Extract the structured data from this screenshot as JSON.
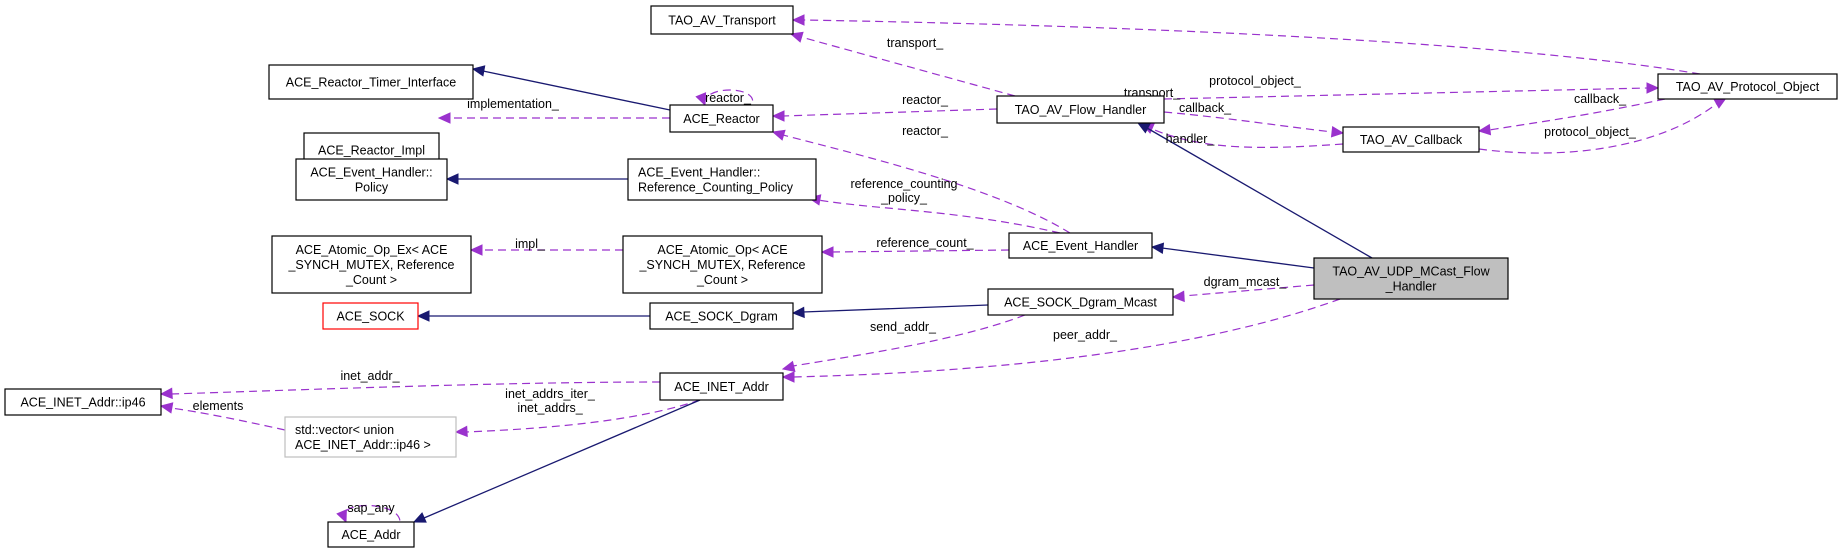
{
  "diagram": {
    "title": "Collaboration graph for TAO_AV_UDP_MCast_Flow_Handler",
    "colors": {
      "inheritance_edge": "#191970",
      "usage_edge": "#9a32cd",
      "focus_fill": "#bfbfbf",
      "undocumented_border": "#ff0000",
      "template_border": "#bfbfbf"
    },
    "nodes": {
      "transport": [
        "TAO_AV_Transport"
      ],
      "timer_iface": [
        "ACE_Reactor_Timer_Interface"
      ],
      "reactor_impl": [
        "ACE_Reactor_Impl"
      ],
      "reactor": [
        "ACE_Reactor"
      ],
      "flow_handler": [
        "TAO_AV_Flow_Handler"
      ],
      "protocol_object": [
        "TAO_AV_Protocol_Object"
      ],
      "callback": [
        "TAO_AV_Callback"
      ],
      "policy": [
        "ACE_Event_Handler::",
        "Policy"
      ],
      "rc_policy": [
        "ACE_Event_Handler::",
        "Reference_Counting_Policy"
      ],
      "atomic_op_ex": [
        "ACE_Atomic_Op_Ex< ACE",
        "_SYNCH_MUTEX, Reference",
        "_Count >"
      ],
      "atomic_op": [
        "ACE_Atomic_Op< ACE",
        "_SYNCH_MUTEX, Reference",
        "_Count >"
      ],
      "event_handler": [
        "ACE_Event_Handler"
      ],
      "udp_mcast": [
        "TAO_AV_UDP_MCast_Flow",
        "_Handler"
      ],
      "sock": [
        "ACE_SOCK"
      ],
      "sock_dgram": [
        "ACE_SOCK_Dgram"
      ],
      "sock_dgram_mcast": [
        "ACE_SOCK_Dgram_Mcast"
      ],
      "inet_addr": [
        "ACE_INET_Addr"
      ],
      "ip46": [
        "ACE_INET_Addr::ip46"
      ],
      "vector_ip46": [
        "std::vector< union",
        " ACE_INET_Addr::ip46 >"
      ],
      "addr": [
        "ACE_Addr"
      ]
    },
    "edge_labels": {
      "transport_po": [
        "transport_"
      ],
      "transport_fh": [
        "transport_"
      ],
      "reactor_self": [
        "reactor_"
      ],
      "implementation": [
        "implementation_"
      ],
      "reactor_fh": [
        "reactor_"
      ],
      "reactor_eh": [
        "reactor_"
      ],
      "protocol_object_fh": [
        "protocol_object_"
      ],
      "callback_fh": [
        "callback_"
      ],
      "callback_po": [
        "callback_"
      ],
      "handler": [
        "handler_"
      ],
      "protocol_object_cb": [
        "protocol_object_"
      ],
      "rc_policy": [
        "reference_counting",
        "_policy_"
      ],
      "impl": [
        "impl_"
      ],
      "reference_count": [
        "reference_count_"
      ],
      "dgram_mcast": [
        "dgram_mcast_"
      ],
      "send_addr": [
        "send_addr_"
      ],
      "peer_addr": [
        "peer_addr_"
      ],
      "inet_addr": [
        "inet_addr_"
      ],
      "inet_addrs": [
        "inet_addrs_iter_",
        "inet_addrs_"
      ],
      "elements": [
        "elements"
      ],
      "sap_any": [
        "sap_any"
      ]
    }
  }
}
